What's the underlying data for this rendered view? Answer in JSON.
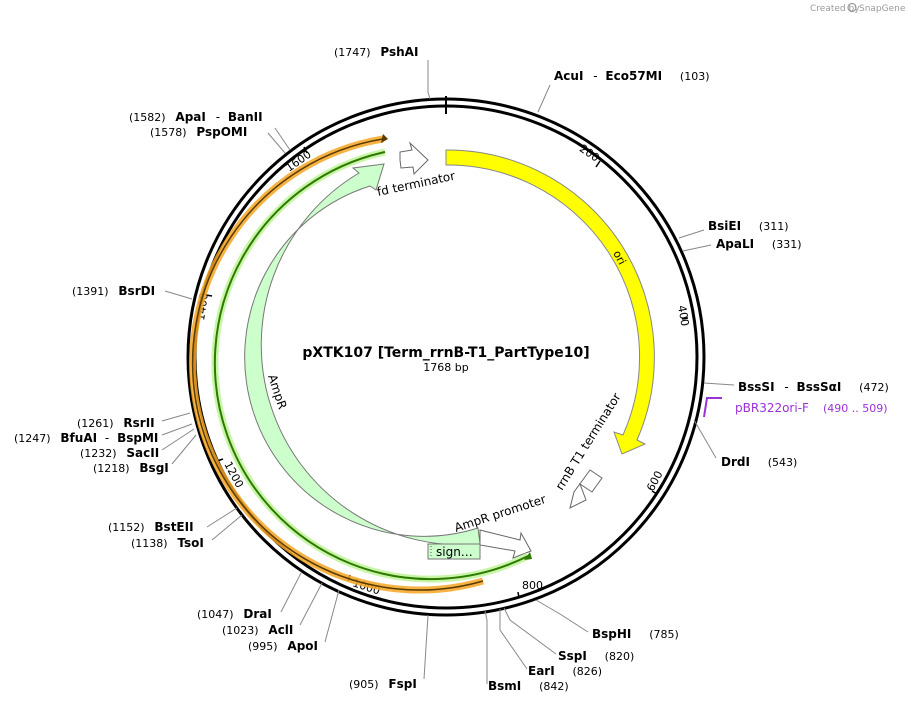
{
  "credit": {
    "prefix": "Created by",
    "brand": "SnapGene"
  },
  "plasmid": {
    "name": "pXTK107 [Term_rrnB-T1_PartType10]",
    "size": "1768 bp"
  },
  "ticks": [
    "200",
    "400",
    "600",
    "800",
    "1000",
    "1200",
    "1400",
    "1600"
  ],
  "features": {
    "ori": "ori",
    "fd_terminator": "fd terminator",
    "rrnb_terminator": "rrnB T1 terminator",
    "ampr_promoter": "AmpR promoter",
    "ampr": "AmpR",
    "signal": "sign…"
  },
  "primer": {
    "name": "pBR322ori-F",
    "range": "(490 .. 509)",
    "color": "#9b30d9"
  },
  "sites": [
    {
      "pos": "(1747)",
      "name": "PshAI"
    },
    {
      "pos": "(103)",
      "name": "AcuI",
      "name2": "Eco57MI"
    },
    {
      "pos": "(1582)",
      "name": "ApaI",
      "name2": "BanII"
    },
    {
      "pos": "(1578)",
      "name": "PspOMI"
    },
    {
      "pos": "(311)",
      "name": "BsiEI"
    },
    {
      "pos": "(331)",
      "name": "ApaLI"
    },
    {
      "pos": "(1391)",
      "name": "BsrDI"
    },
    {
      "pos": "(472)",
      "name": "BssSI",
      "name2": "BssSαI"
    },
    {
      "pos": "(543)",
      "name": "DrdI"
    },
    {
      "pos": "(1261)",
      "name": "RsrII"
    },
    {
      "pos": "(1247)",
      "name": "BfuAI",
      "name2": "BspMI"
    },
    {
      "pos": "(1232)",
      "name": "SacII"
    },
    {
      "pos": "(1218)",
      "name": "BsgI"
    },
    {
      "pos": "(1152)",
      "name": "BstEII"
    },
    {
      "pos": "(1138)",
      "name": "TsoI"
    },
    {
      "pos": "(1047)",
      "name": "DraI"
    },
    {
      "pos": "(1023)",
      "name": "AclI"
    },
    {
      "pos": "(995)",
      "name": "ApoI"
    },
    {
      "pos": "(905)",
      "name": "FspI"
    },
    {
      "pos": "(785)",
      "name": "BspHI"
    },
    {
      "pos": "(820)",
      "name": "SspI"
    },
    {
      "pos": "(826)",
      "name": "EarI"
    },
    {
      "pos": "(842)",
      "name": "BsmI"
    }
  ],
  "colors": {
    "ori": "#ffff00",
    "ampr_fill": "#ccffcc",
    "orange": "#f5a623",
    "green_line": "#2d7a00",
    "primer": "#9b30d9"
  }
}
